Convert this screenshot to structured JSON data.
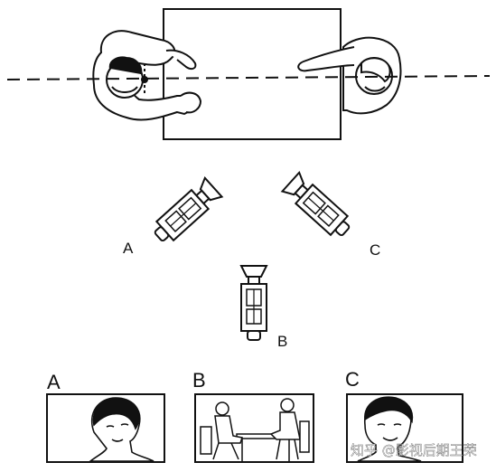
{
  "diagram": {
    "camera_labels": {
      "a": "A",
      "b": "B",
      "c": "C"
    },
    "panel_labels": {
      "a": "A",
      "b": "B",
      "c": "C"
    },
    "watermark": "知乎 @影视后期王荣",
    "colors": {
      "ink": "#111111",
      "paper": "#ffffff"
    }
  }
}
